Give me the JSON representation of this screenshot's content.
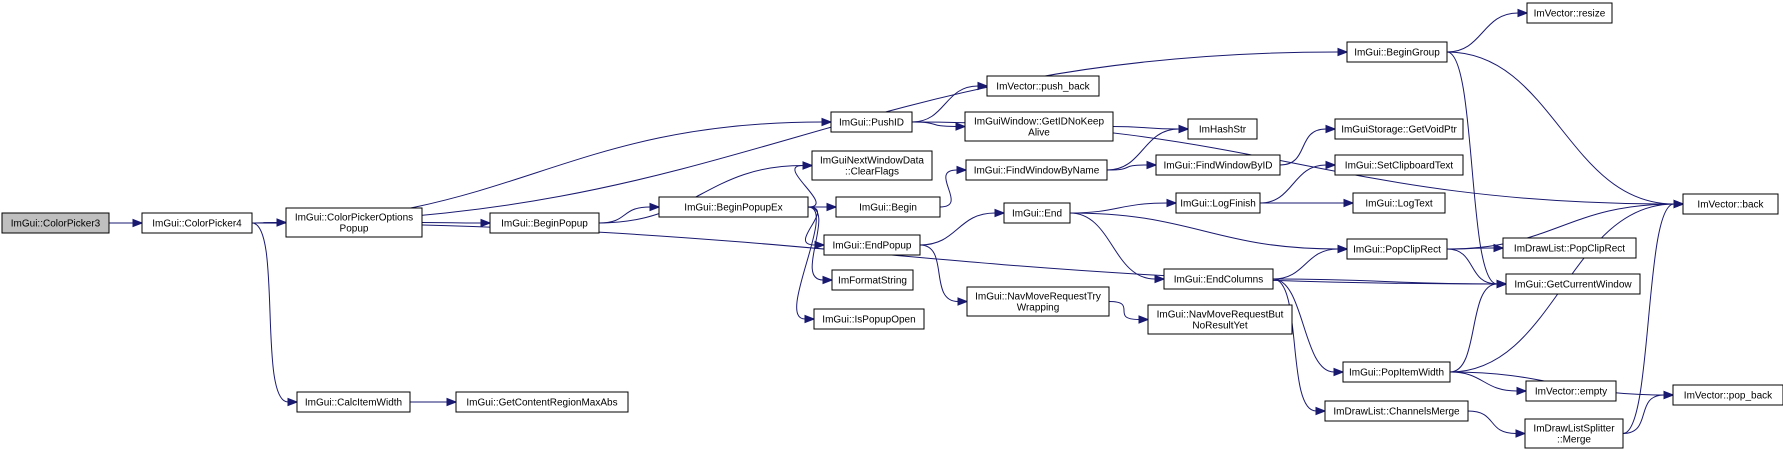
{
  "colors": {
    "edge": "#191970",
    "node_fill": "#ffffff",
    "root_fill": "#bfbfbf",
    "node_border": "#000000"
  },
  "nodes": [
    {
      "id": "cp3",
      "lines": [
        "ImGui::ColorPicker3"
      ],
      "root": true
    },
    {
      "id": "cp4",
      "lines": [
        "ImGui::ColorPicker4"
      ]
    },
    {
      "id": "cpop",
      "lines": [
        "ImGui::ColorPickerOptions",
        "Popup"
      ]
    },
    {
      "id": "cw",
      "lines": [
        "ImGui::CalcItemWidth"
      ]
    },
    {
      "id": "gcrma",
      "lines": [
        "ImGui::GetContentRegionMaxAbs"
      ]
    },
    {
      "id": "bp",
      "lines": [
        "ImGui::BeginPopup"
      ]
    },
    {
      "id": "bpe",
      "lines": [
        "ImGui::BeginPopupEx"
      ]
    },
    {
      "id": "pushid",
      "lines": [
        "ImGui::PushID"
      ]
    },
    {
      "id": "nwd",
      "lines": [
        "ImGuiNextWindowData",
        "::ClearFlags"
      ]
    },
    {
      "id": "begin",
      "lines": [
        "ImGui::Begin"
      ]
    },
    {
      "id": "endpopup",
      "lines": [
        "ImGui::EndPopup"
      ]
    },
    {
      "id": "fmt",
      "lines": [
        "ImFormatString"
      ]
    },
    {
      "id": "ispopup",
      "lines": [
        "ImGui::IsPopupOpen"
      ]
    },
    {
      "id": "pushback",
      "lines": [
        "ImVector::push_back"
      ]
    },
    {
      "id": "getid",
      "lines": [
        "ImGuiWindow::GetIDNoKeep",
        "Alive"
      ]
    },
    {
      "id": "fwbn",
      "lines": [
        "ImGui::FindWindowByName"
      ]
    },
    {
      "id": "end",
      "lines": [
        "ImGui::End"
      ]
    },
    {
      "id": "navwrap",
      "lines": [
        "ImGui::NavMoveRequestTry",
        "Wrapping"
      ]
    },
    {
      "id": "hashstr",
      "lines": [
        "ImHashStr"
      ]
    },
    {
      "id": "fwbid",
      "lines": [
        "ImGui::FindWindowByID"
      ]
    },
    {
      "id": "logfinish",
      "lines": [
        "ImGui::LogFinish"
      ]
    },
    {
      "id": "endcols",
      "lines": [
        "ImGui::EndColumns"
      ]
    },
    {
      "id": "navbut",
      "lines": [
        "ImGui::NavMoveRequestBut",
        "NoResultYet"
      ]
    },
    {
      "id": "popitem",
      "lines": [
        "ImGui::PopItemWidth"
      ]
    },
    {
      "id": "chmerge",
      "lines": [
        "ImDrawList::ChannelsMerge"
      ]
    },
    {
      "id": "begingroup",
      "lines": [
        "ImGui::BeginGroup"
      ]
    },
    {
      "id": "storage",
      "lines": [
        "ImGuiStorage::GetVoidPtr"
      ]
    },
    {
      "id": "setclip",
      "lines": [
        "ImGui::SetClipboardText"
      ]
    },
    {
      "id": "logtext",
      "lines": [
        "ImGui::LogText"
      ]
    },
    {
      "id": "popcliprect",
      "lines": [
        "ImGui::PopClipRect"
      ]
    },
    {
      "id": "resize",
      "lines": [
        "ImVector::resize"
      ]
    },
    {
      "id": "dlpop",
      "lines": [
        "ImDrawList::PopClipRect"
      ]
    },
    {
      "id": "gcw",
      "lines": [
        "ImGui::GetCurrentWindow"
      ]
    },
    {
      "id": "empty",
      "lines": [
        "ImVector::empty"
      ]
    },
    {
      "id": "splmerge",
      "lines": [
        "ImDrawListSplitter",
        "::Merge"
      ]
    },
    {
      "id": "back",
      "lines": [
        "ImVector::back"
      ]
    },
    {
      "id": "popback",
      "lines": [
        "ImVector::pop_back"
      ]
    }
  ],
  "edges": [
    [
      "cp3",
      "cp4"
    ],
    [
      "cp4",
      "begingroup"
    ],
    [
      "cp4",
      "pushid"
    ],
    [
      "cp4",
      "cpop"
    ],
    [
      "cp4",
      "gcw"
    ],
    [
      "cp4",
      "cw"
    ],
    [
      "cpop",
      "bp"
    ],
    [
      "cw",
      "gcrma"
    ],
    [
      "bp",
      "nwd"
    ],
    [
      "bp",
      "bpe"
    ],
    [
      "bpe",
      "nwd"
    ],
    [
      "bpe",
      "begin"
    ],
    [
      "bpe",
      "endpopup"
    ],
    [
      "bpe",
      "fmt"
    ],
    [
      "bpe",
      "ispopup"
    ],
    [
      "pushid",
      "pushback"
    ],
    [
      "pushid",
      "getid"
    ],
    [
      "pushid",
      "back"
    ],
    [
      "getid",
      "hashstr"
    ],
    [
      "begin",
      "fwbn"
    ],
    [
      "fwbn",
      "hashstr"
    ],
    [
      "fwbn",
      "fwbid"
    ],
    [
      "fwbid",
      "storage"
    ],
    [
      "endpopup",
      "end"
    ],
    [
      "endpopup",
      "navwrap"
    ],
    [
      "navwrap",
      "navbut"
    ],
    [
      "end",
      "logfinish"
    ],
    [
      "end",
      "popcliprect"
    ],
    [
      "end",
      "endcols"
    ],
    [
      "logfinish",
      "setclip"
    ],
    [
      "logfinish",
      "logtext"
    ],
    [
      "endcols",
      "popcliprect"
    ],
    [
      "endcols",
      "gcw"
    ],
    [
      "endcols",
      "popitem"
    ],
    [
      "endcols",
      "chmerge"
    ],
    [
      "popcliprect",
      "back"
    ],
    [
      "popcliprect",
      "dlpop"
    ],
    [
      "popcliprect",
      "gcw"
    ],
    [
      "popitem",
      "gcw"
    ],
    [
      "popitem",
      "back"
    ],
    [
      "popitem",
      "empty"
    ],
    [
      "popitem",
      "popback"
    ],
    [
      "chmerge",
      "splmerge"
    ],
    [
      "splmerge",
      "back"
    ],
    [
      "splmerge",
      "popback"
    ],
    [
      "begingroup",
      "resize"
    ],
    [
      "begingroup",
      "back"
    ],
    [
      "begingroup",
      "gcw"
    ]
  ]
}
